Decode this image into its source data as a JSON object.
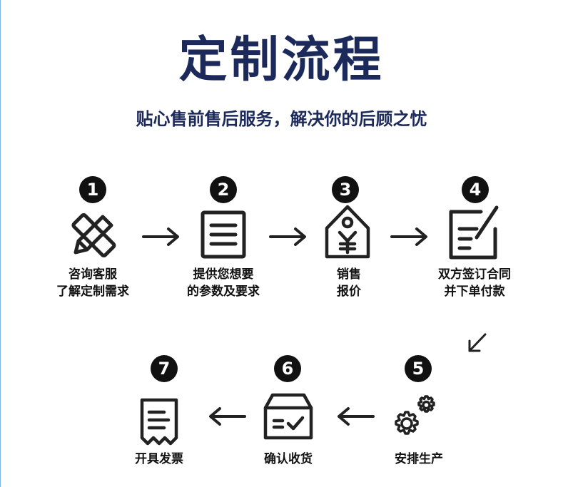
{
  "header": {
    "title": "定制流程",
    "subtitle": "贴心售前售后服务，解决你的后顾之忧"
  },
  "steps": [
    {
      "number": "1",
      "line1": "咨询客服",
      "line2": "了解定制需求",
      "icon": "pencil-ruler-icon"
    },
    {
      "number": "2",
      "line1": "提供您想要",
      "line2": "的参数及要求",
      "icon": "document-icon"
    },
    {
      "number": "3",
      "line1": "销售",
      "line2": "报价",
      "icon": "price-tag-icon"
    },
    {
      "number": "4",
      "line1": "双方签订合同",
      "line2": "并下单付款",
      "icon": "contract-sign-icon"
    },
    {
      "number": "5",
      "line1": "安排生产",
      "line2": "",
      "icon": "gears-icon"
    },
    {
      "number": "6",
      "line1": "确认收货",
      "line2": "",
      "icon": "box-check-icon"
    },
    {
      "number": "7",
      "line1": "开具发票",
      "line2": "",
      "icon": "receipt-icon"
    }
  ],
  "colors": {
    "title": "#1b2a5a",
    "stroke": "#222222",
    "badge": "#111111"
  }
}
